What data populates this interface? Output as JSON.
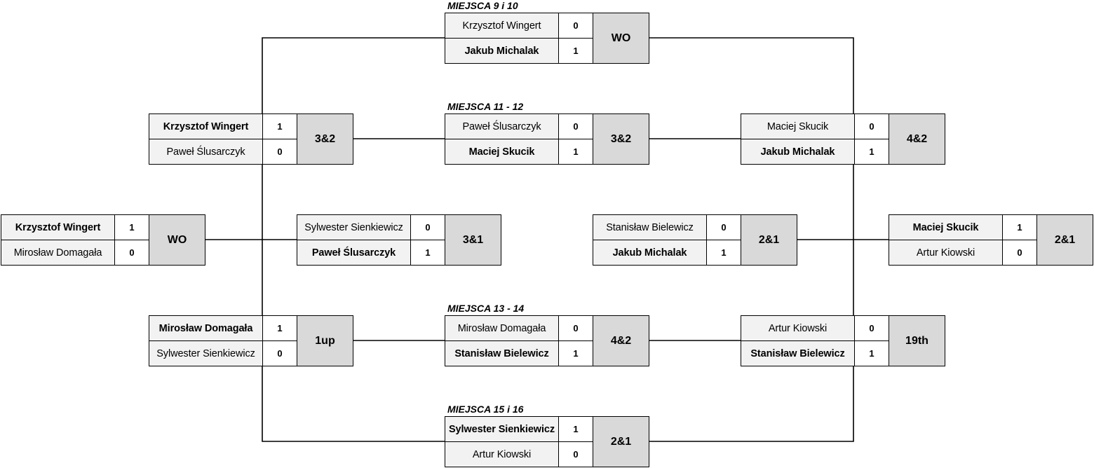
{
  "places": {
    "p9": "MIEJSCA 9 i 10",
    "p11": "MIEJSCA 11 - 12",
    "p13": "MIEJSCA 13 - 14",
    "p15": "MIEJSCA 15 i 16"
  },
  "matches": {
    "left_outer": {
      "p1": {
        "name": "Krzysztof Wingert",
        "score": "1"
      },
      "p2": {
        "name": "Mirosław Domagała",
        "score": "0"
      },
      "result": "WO"
    },
    "left_top": {
      "p1": {
        "name": "Krzysztof Wingert",
        "score": "1"
      },
      "p2": {
        "name": "Paweł Ślusarczyk",
        "score": "0"
      },
      "result": "3&2"
    },
    "left_bottom": {
      "p1": {
        "name": "Mirosław Domagała",
        "score": "1"
      },
      "p2": {
        "name": "Sylwester Sienkiewicz",
        "score": "0"
      },
      "result": "1up"
    },
    "center_left": {
      "p1": {
        "name": "Sylwester Sienkiewicz",
        "score": "0"
      },
      "p2": {
        "name": "Paweł Ślusarczyk",
        "score": "1"
      },
      "result": "3&1"
    },
    "place_9_10": {
      "p1": {
        "name": "Krzysztof Wingert",
        "score": "0"
      },
      "p2": {
        "name": "Jakub Michalak",
        "score": "1"
      },
      "result": "WO"
    },
    "place_11_12": {
      "p1": {
        "name": "Paweł Ślusarczyk",
        "score": "0"
      },
      "p2": {
        "name": "Maciej Skucik",
        "score": "1"
      },
      "result": "3&2"
    },
    "place_13_14": {
      "p1": {
        "name": "Mirosław Domagała",
        "score": "0"
      },
      "p2": {
        "name": "Stanisław Bielewicz",
        "score": "1"
      },
      "result": "4&2"
    },
    "place_15_16": {
      "p1": {
        "name": "Sylwester Sienkiewicz",
        "score": "1"
      },
      "p2": {
        "name": "Artur Kiowski",
        "score": "0"
      },
      "result": "2&1"
    },
    "center_right": {
      "p1": {
        "name": "Stanisław Bielewicz",
        "score": "0"
      },
      "p2": {
        "name": "Jakub Michalak",
        "score": "1"
      },
      "result": "2&1"
    },
    "right_top": {
      "p1": {
        "name": "Maciej Skucik",
        "score": "0"
      },
      "p2": {
        "name": "Jakub Michalak",
        "score": "1"
      },
      "result": "4&2"
    },
    "right_bottom": {
      "p1": {
        "name": "Artur Kiowski",
        "score": "0"
      },
      "p2": {
        "name": "Stanisław Bielewicz",
        "score": "1"
      },
      "result": "19th"
    },
    "right_outer": {
      "p1": {
        "name": "Maciej Skucik",
        "score": "1"
      },
      "p2": {
        "name": "Artur Kiowski",
        "score": "0"
      },
      "result": "2&1"
    }
  }
}
